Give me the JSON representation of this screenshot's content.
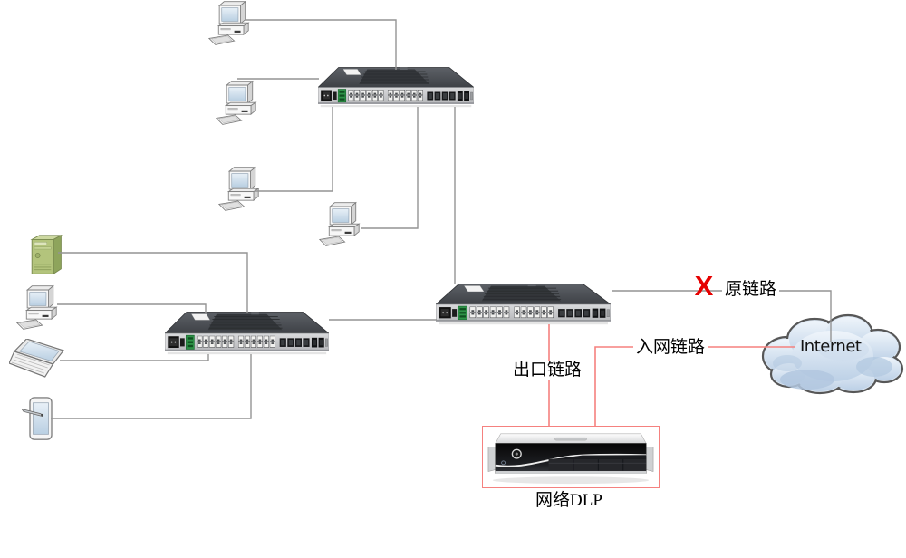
{
  "labels": {
    "original_link": "原链路",
    "inbound_link": "入网链路",
    "outbound_link": "出口链路",
    "dlp_appliance": "网络DLP",
    "internet": "Internet",
    "broken_mark": "X"
  },
  "colors": {
    "connector_gray": "#949494",
    "connector_red": "#f5817f",
    "broken_x_red": "#e60000",
    "dlp_border_red": "#f5817f",
    "server_green": "#b3c47c",
    "cloud_fill_blue": "#cfdded",
    "switch_body_gray": "#4a4e54"
  },
  "nodes": [
    {
      "id": "pc-top-1",
      "type": "desktop-pc"
    },
    {
      "id": "pc-top-2",
      "type": "desktop-pc"
    },
    {
      "id": "pc-top-3",
      "type": "desktop-pc"
    },
    {
      "id": "pc-top-4",
      "type": "desktop-pc"
    },
    {
      "id": "access-switch-top",
      "type": "24-port-switch"
    },
    {
      "id": "server-tower",
      "type": "tower-server"
    },
    {
      "id": "pc-left",
      "type": "desktop-pc"
    },
    {
      "id": "laptop",
      "type": "laptop"
    },
    {
      "id": "handheld",
      "type": "handheld-pda"
    },
    {
      "id": "access-switch-left",
      "type": "24-port-switch"
    },
    {
      "id": "core-switch",
      "type": "24-port-switch"
    },
    {
      "id": "internet-cloud",
      "type": "cloud",
      "label": "Internet"
    },
    {
      "id": "dlp-appliance",
      "type": "rack-appliance",
      "label": "网络DLP"
    }
  ],
  "edges": [
    {
      "from": "pc-top-1",
      "to": "access-switch-top",
      "style": "gray"
    },
    {
      "from": "pc-top-2",
      "to": "access-switch-top",
      "style": "gray"
    },
    {
      "from": "pc-top-3",
      "to": "access-switch-top",
      "style": "gray"
    },
    {
      "from": "pc-top-4",
      "to": "access-switch-top",
      "style": "gray"
    },
    {
      "from": "access-switch-top",
      "to": "core-switch",
      "style": "gray"
    },
    {
      "from": "server-tower",
      "to": "access-switch-left",
      "style": "gray"
    },
    {
      "from": "pc-left",
      "to": "access-switch-left",
      "style": "gray"
    },
    {
      "from": "laptop",
      "to": "access-switch-left",
      "style": "gray"
    },
    {
      "from": "handheld",
      "to": "access-switch-left",
      "style": "gray"
    },
    {
      "from": "access-switch-left",
      "to": "core-switch",
      "style": "gray"
    },
    {
      "from": "core-switch",
      "to": "internet-cloud",
      "style": "gray",
      "label": "原链路",
      "status": "broken"
    },
    {
      "from": "core-switch",
      "to": "dlp-appliance",
      "style": "red",
      "label": "出口链路"
    },
    {
      "from": "internet-cloud",
      "to": "dlp-appliance",
      "style": "red",
      "label": "入网链路"
    }
  ]
}
